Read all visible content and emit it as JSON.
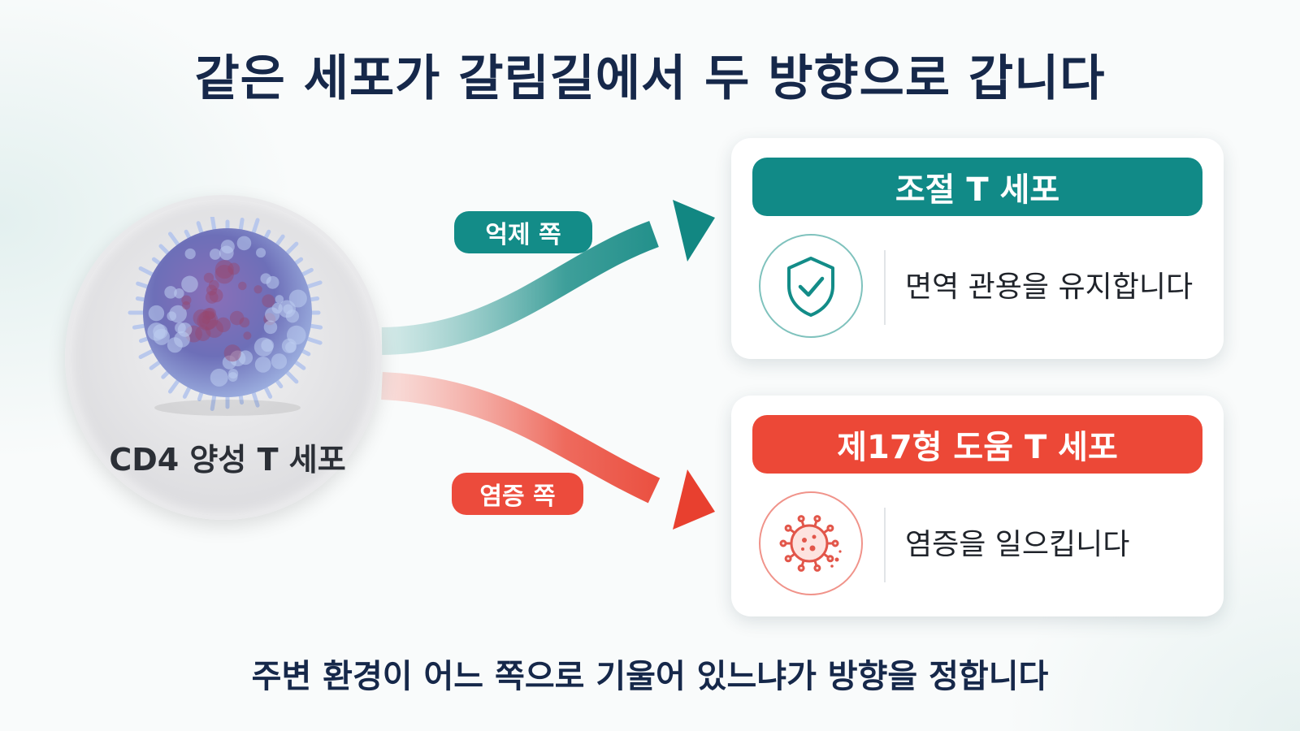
{
  "title": "같은 세포가 갈림길에서 두 방향으로 갑니다",
  "source_cell": {
    "label": "CD4 양성 T 세포",
    "icon": "t-cell-illustration"
  },
  "branches": [
    {
      "pill_label": "억제 쪽",
      "target_title": "조절 T 세포",
      "description": "면역 관용을 유지합니다",
      "icon": "shield-check-icon",
      "color": "#138c88"
    },
    {
      "pill_label": "염증 쪽",
      "target_title": "제17형 도움 T 세포",
      "description": "염증을 일으킵니다",
      "icon": "virus-icon",
      "color": "#ec4b3c"
    }
  ],
  "footer": "주변 환경이 어느 쪽으로 기울어 있느냐가 방향을 정합니다"
}
